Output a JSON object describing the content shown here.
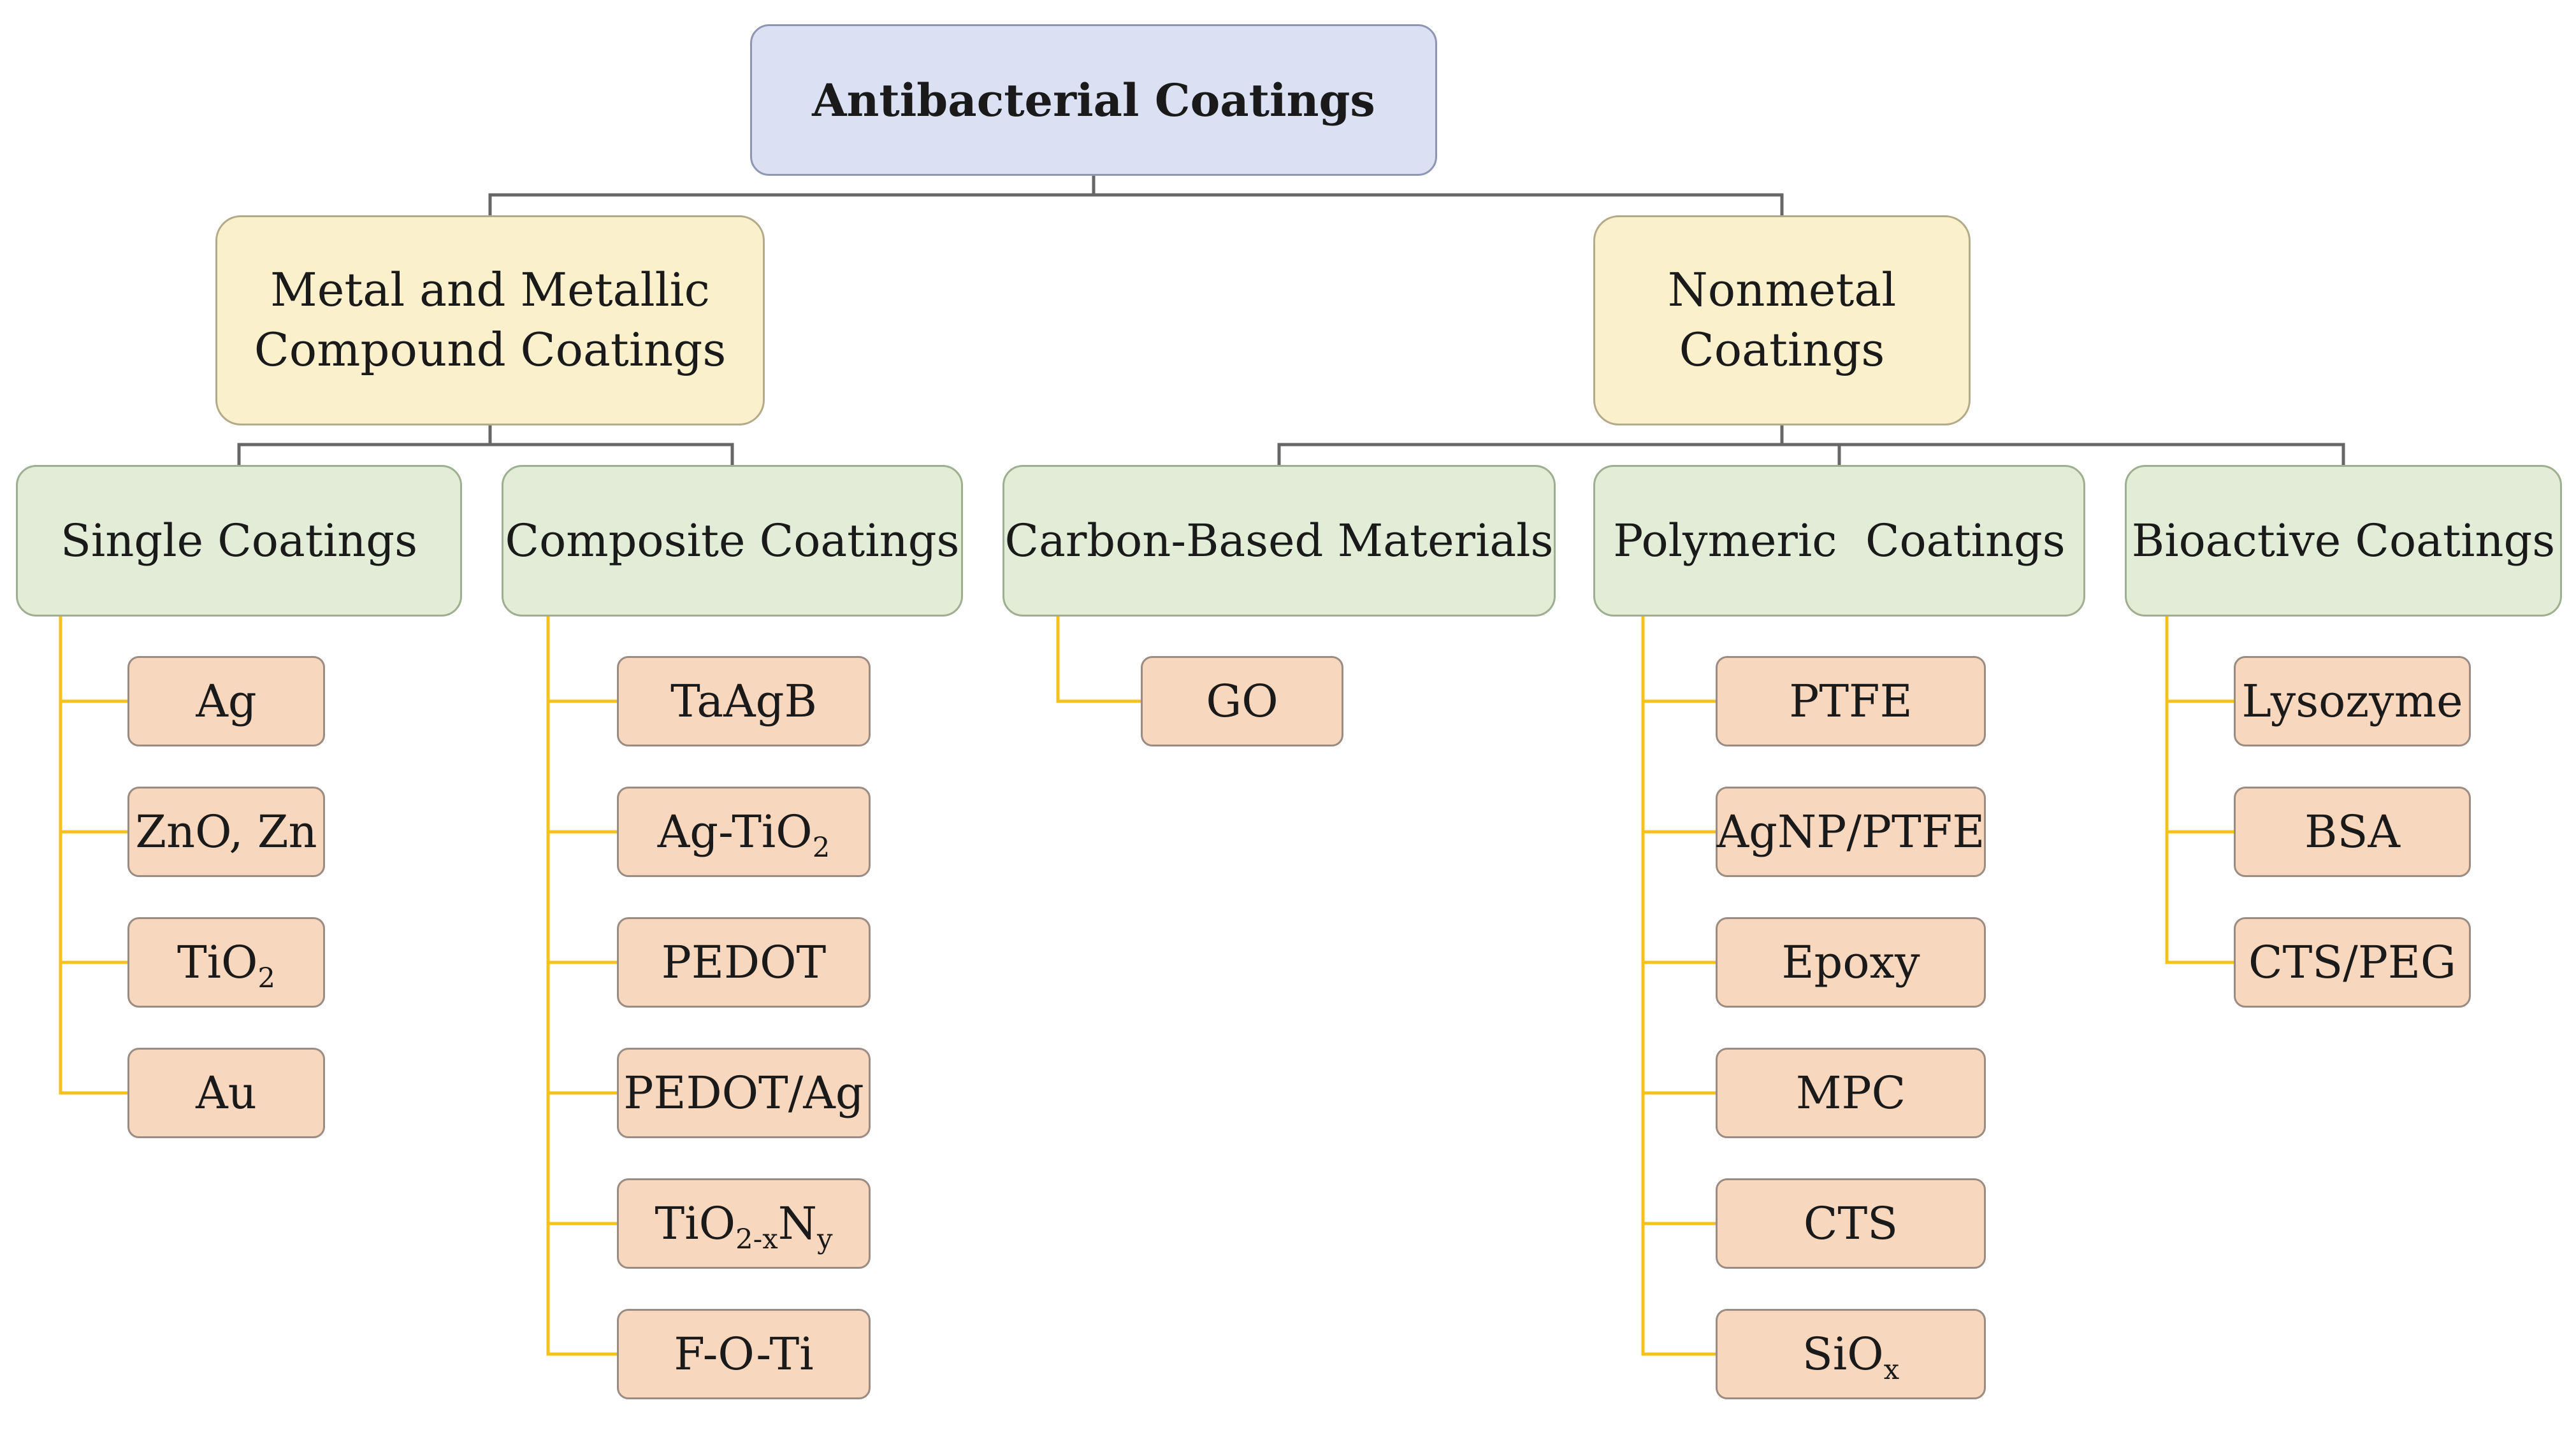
{
  "root": {
    "label": "Antibacterial Coatings"
  },
  "categories": [
    {
      "label_lines": [
        "Metal and Metallic",
        "Compound Coatings"
      ],
      "groups": [
        {
          "label": "Single Coatings",
          "items": [
            {
              "text": "Ag"
            },
            {
              "text": "ZnO, Zn"
            },
            {
              "text": "TiO",
              "sub": "2"
            },
            {
              "text": "Au"
            }
          ]
        },
        {
          "label": "Composite Coatings",
          "items": [
            {
              "text": "TaAgB"
            },
            {
              "text": "Ag-TiO",
              "sub": "2"
            },
            {
              "text": "PEDOT"
            },
            {
              "text": "PEDOT/Ag"
            },
            {
              "text": "TiO",
              "sub": "2-x",
              "text2": "N",
              "sub2": "y"
            },
            {
              "text": "F-O-Ti"
            }
          ]
        }
      ]
    },
    {
      "label_lines": [
        "Nonmetal",
        "Coatings"
      ],
      "groups": [
        {
          "label": "Carbon-Based Materials",
          "items": [
            {
              "text": "GO"
            }
          ]
        },
        {
          "label": "Polymeric  Coatings",
          "items": [
            {
              "text": "PTFE"
            },
            {
              "text": "AgNP/PTFE"
            },
            {
              "text": "Epoxy"
            },
            {
              "text": "MPC"
            },
            {
              "text": "CTS"
            },
            {
              "text": "SiO",
              "sub": "x"
            }
          ]
        },
        {
          "label": "Bioactive Coatings",
          "items": [
            {
              "text": "Lysozyme"
            },
            {
              "text": "BSA"
            },
            {
              "text": "CTS/PEG"
            }
          ]
        }
      ]
    }
  ],
  "colors": {
    "tree_connector": "#666666",
    "leaf_connector": "#f5c21b",
    "root_fill": "#dbe0f2",
    "category_fill": "#faf0cc",
    "group_fill": "#e2ecd6",
    "leaf_fill": "#f7d7be"
  }
}
